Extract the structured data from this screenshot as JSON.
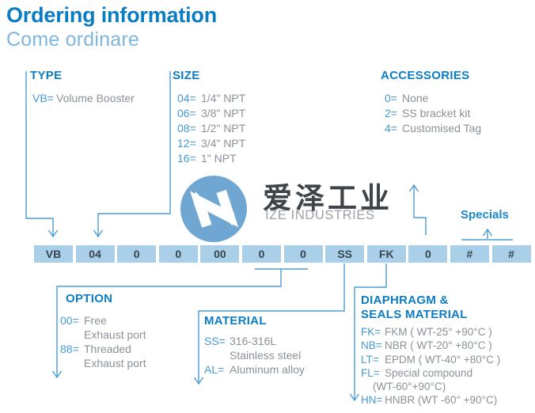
{
  "header": {
    "title": "Ordering information",
    "subtitle": "Come ordinare"
  },
  "watermark": {
    "logo_icon": "ize-circular-arrows-logo",
    "cjk_text": "爱泽工业",
    "latin_text": "IZE INDUSTRIES"
  },
  "code_boxes": [
    "VB",
    "04",
    "0",
    "0",
    "00",
    "0",
    "0",
    "SS",
    "FK",
    "0",
    "#",
    "#"
  ],
  "specials_label": "Specials",
  "sections": {
    "type": {
      "heading": "TYPE",
      "items": [
        {
          "code": "VB=",
          "text": "Volume Booster"
        }
      ]
    },
    "size": {
      "heading": "SIZE",
      "items": [
        {
          "code": "04=",
          "text": "1/4\" NPT"
        },
        {
          "code": "06=",
          "text": "3/8\" NPT"
        },
        {
          "code": "08=",
          "text": "1/2\" NPT"
        },
        {
          "code": "12=",
          "text": "3/4\" NPT"
        },
        {
          "code": "16=",
          "text": "1\" NPT"
        }
      ]
    },
    "accessories": {
      "heading": "ACCESSORIES",
      "items": [
        {
          "code": "0=",
          "text": "None"
        },
        {
          "code": "2=",
          "text": "SS bracket kit"
        },
        {
          "code": "4=",
          "text": "Customised Tag"
        }
      ]
    },
    "option": {
      "heading": "OPTION",
      "items": [
        {
          "code": "00=",
          "text": "Free"
        },
        {
          "code": "",
          "text": "Exhaust port"
        },
        {
          "code": "88=",
          "text": "Threaded"
        },
        {
          "code": "",
          "text": "Exhaust port"
        }
      ]
    },
    "material": {
      "heading": "MATERIAL",
      "items": [
        {
          "code": "SS=",
          "text": "316-316L"
        },
        {
          "code": "",
          "text": "Stainless steel"
        },
        {
          "code": "AL=",
          "text": "Aluminum alloy"
        }
      ]
    },
    "diaphragm": {
      "heading_line1": "DIAPHRAGM &",
      "heading_line2": "SEALS MATERIAL",
      "items": [
        {
          "code": "FK=",
          "text": "FKM ( WT-25° +90°C )"
        },
        {
          "code": "NB=",
          "text": "NBR ( WT-20° +80°C )"
        },
        {
          "code": "LT=",
          "text": "EPDM ( WT-40° +80°C )"
        },
        {
          "code": "FL=",
          "text": "Special compound"
        },
        {
          "code": "",
          "text": "(WT-60°+90°C)"
        },
        {
          "code": "HN=",
          "text": "HNBR (WT -60° +90°C)"
        }
      ]
    }
  },
  "colors": {
    "heading_blue": "#0d7cc1",
    "title_blue": "#0a7cc4",
    "subtitle_blue": "#7fb6dd",
    "code_blue": "#4599d4",
    "text_gray": "#8b9196",
    "box_fill": "#aad0e9",
    "box_text": "#36454f",
    "connector_blue": "#4a9dd3",
    "logo_blue": "#70a7d2"
  }
}
